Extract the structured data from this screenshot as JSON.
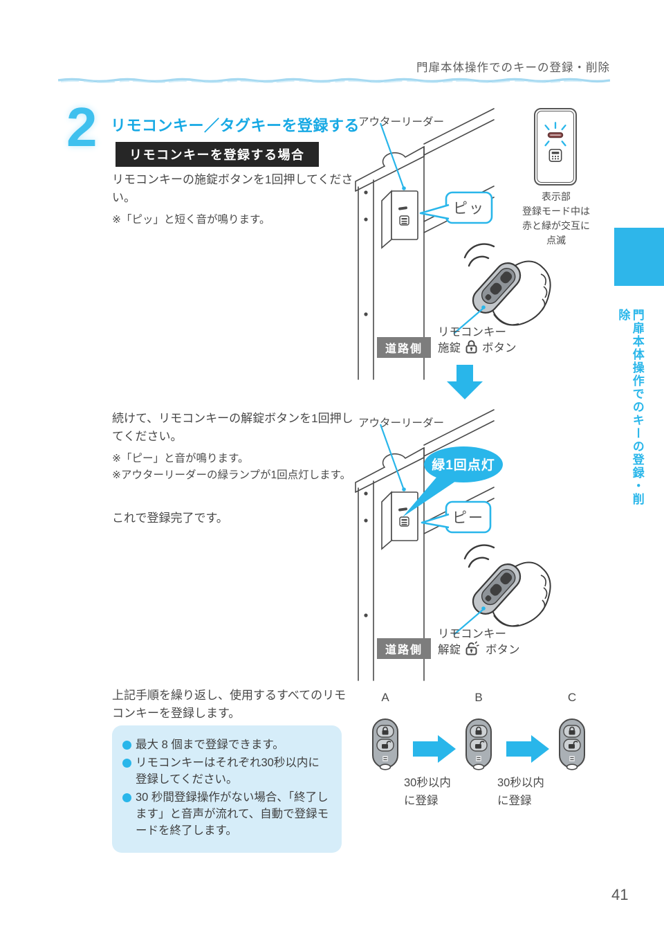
{
  "header": {
    "title": "門扉本体操作でのキーの登録・削除"
  },
  "sidebar": {
    "tab_label": "門扉本体操作でのキーの登録・削除"
  },
  "step": {
    "number": "2",
    "title": "リモコンキー／タグキーを登録する",
    "case_heading": "リモコンキーを登録する場合"
  },
  "section1": {
    "instruction": "リモコンキーの施錠ボタンを1回押してください。",
    "note": "※「ピッ」と短く音が鳴ります。",
    "outer_reader_label": "アウターリーダー",
    "sound_bubble": "ピッ",
    "display_caption": [
      "表示部",
      "登録モード中は",
      "赤と緑が交互に",
      "点滅"
    ],
    "remote_label": "リモコンキー",
    "lock_action": "施錠",
    "button_word": "ボタン",
    "road_side": "道路側"
  },
  "section2": {
    "instruction": "続けて、リモコンキーの解錠ボタンを1回押してください。",
    "note1": "※「ピー」と音が鳴ります。",
    "note2": "※アウターリーダーの緑ランプが1回点灯します。",
    "complete": "これで登録完了です。",
    "outer_reader_label": "アウターリーダー",
    "green_bubble": "緑1回点灯",
    "sound_bubble": "ピー",
    "remote_label": "リモコンキー",
    "unlock_action": "解錠",
    "button_word": "ボタン",
    "road_side": "道路側"
  },
  "section3": {
    "instruction": "上記手順を繰り返し、使用するすべてのリモコンキーを登録します。",
    "notes": [
      "最大 8 個まで登録できます。",
      "リモコンキーはそれぞれ30秒以内に登録してください。",
      "30 秒間登録操作がない場合、「終了します」と音声が流れて、自動で登録モードを終了します。"
    ],
    "remote_labels": [
      "A",
      "B",
      "C"
    ],
    "arrow_caption": "30秒以内\nに登録"
  },
  "footer": {
    "page_number": "41"
  },
  "colors": {
    "accent": "#29b6ea",
    "info_box": "#d6edf9",
    "heading_box": "#262626",
    "road_box": "#7d7d7d",
    "body_text": "#4a4a4a"
  }
}
